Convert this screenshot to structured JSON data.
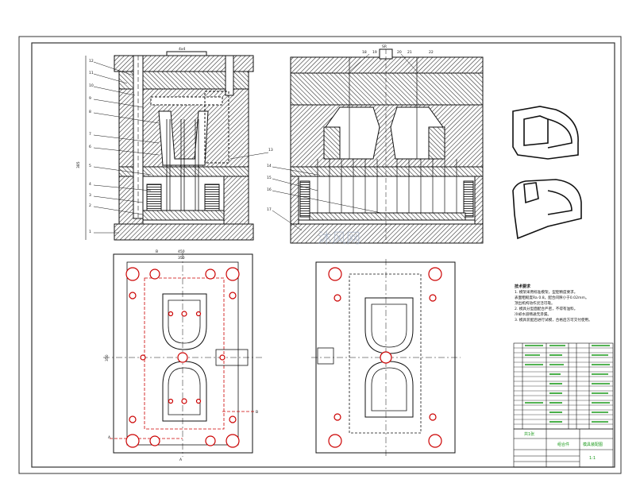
{
  "sheet": {
    "dimensions": {
      "top_plate_width": "4x4",
      "front_height": "385",
      "plan_width_outer": "450",
      "plan_width_inner": "350",
      "plan_height": "350",
      "sprue_label": "SR"
    },
    "part_numbers_left": [
      "12",
      "11",
      "10",
      "9",
      "8",
      "7",
      "6",
      "5",
      "4",
      "3",
      "2",
      "1"
    ],
    "part_numbers_right": [
      "13",
      "14",
      "15",
      "16",
      "17",
      "18",
      "19",
      "20",
      "21",
      "22"
    ],
    "section_marks": [
      "A",
      "A",
      "B",
      "B"
    ],
    "technical_notes": {
      "title": "技术要求",
      "lines": [
        "1. 模架采用标准模架，型腔精度要求。",
        "表面粗糙度Ra 0.8，配合间隙小于0.02mm。",
        "顶出机构动作灵活可靠。",
        "2. 模具分型面配合严密，不得有溢料。",
        "冷却水道畅通无渗漏。",
        "3. 模具装配后进行试模，合格后方可交付使用。"
      ]
    },
    "title_block": {
      "drawing_name": "模具装配图",
      "scale": "1:1",
      "material": "组合件",
      "sheet": "共1张"
    },
    "watermark": "沐风网"
  }
}
